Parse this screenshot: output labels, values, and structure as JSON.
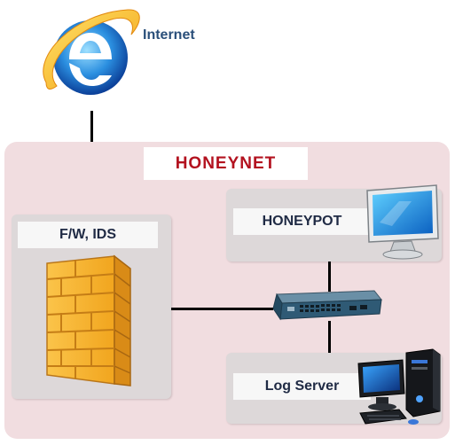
{
  "internet": {
    "label": "Internet",
    "icon": "internet-explorer-icon"
  },
  "honeynet": {
    "title": "HONEYNET",
    "title_color": "#b3121f",
    "background": "#f1dde0"
  },
  "firewall": {
    "label": "F/W, IDS",
    "icon": "firewall-brick-icon"
  },
  "honeypot": {
    "label": "HONEYPOT",
    "icon": "monitor-icon"
  },
  "switch": {
    "icon": "network-switch-icon"
  },
  "log_server": {
    "label": "Log Server",
    "icon": "desktop-computer-icon"
  }
}
